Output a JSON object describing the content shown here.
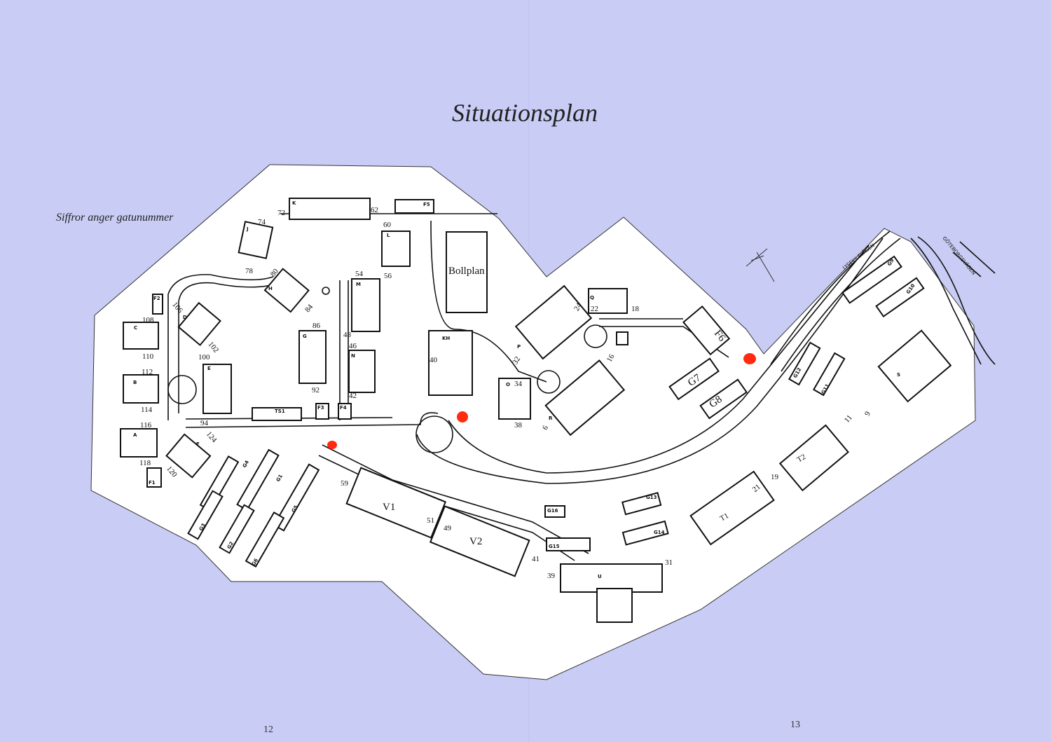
{
  "title": "Situationsplan",
  "legend": "Siffror anger gatunummer",
  "page_numbers": {
    "left": "12",
    "right": "13"
  },
  "colors": {
    "background": "#c9cdf5",
    "site": "#ffffff",
    "marker": "#ff2a10"
  },
  "roads": {
    "lysekil": "LYSEKILSVÄGEN",
    "goteborg": "GÖTEBORGSVÄGEN"
  },
  "places": {
    "bollplan": "Bollplan",
    "kh": "KH"
  },
  "buildings": {
    "K": "K",
    "J": "J",
    "L": "L",
    "M": "M",
    "H": "H",
    "D": "D",
    "C": "C",
    "G": "G",
    "N": "N",
    "E": "E",
    "B": "B",
    "A": "A",
    "F": "F",
    "TS1": "TS1",
    "F1": "F1",
    "F2": "F2",
    "F3": "F3",
    "F4": "F4",
    "F5": "F5",
    "F6": "F6",
    "Q": "Q",
    "P": "P",
    "O": "O",
    "R": "R",
    "S": "S",
    "U": "U",
    "T1": "T1",
    "T2": "T2",
    "V1": "V1",
    "V2": "V2",
    "G1": "G1",
    "G2": "G2",
    "G3": "G3",
    "G4": "G4",
    "G5": "G5",
    "G6": "G6",
    "G7": "G7",
    "G8": "G8",
    "G9": "G9",
    "G10": "G10",
    "G11": "G11",
    "G12": "G12",
    "G13": "G13",
    "G14": "G14",
    "G15": "G15",
    "G16": "G16"
  },
  "numbers": {
    "n72": "72",
    "n62": "62",
    "n74": "74",
    "n60": "60",
    "n78": "78",
    "n80": "80",
    "n54": "54",
    "n56": "56",
    "n84": "84",
    "n106": "106",
    "n108": "108",
    "n86": "86",
    "n48": "48",
    "n46": "46",
    "n102": "102",
    "n100": "100",
    "n110": "110",
    "n112": "112",
    "n92": "92",
    "n42": "42",
    "n114": "114",
    "n116": "116",
    "n94": "94",
    "n124": "124",
    "n118": "118",
    "n120": "120",
    "n40": "40",
    "n22": "22",
    "n18": "18",
    "n24": "24",
    "n32": "32",
    "n16": "16",
    "n34": "34",
    "n38": "38",
    "n6": "6",
    "n59": "59",
    "n51": "51",
    "n49": "49",
    "n41": "41",
    "n39": "39",
    "n31": "31",
    "n21": "21",
    "n19": "19",
    "n11": "11",
    "n9": "9"
  }
}
